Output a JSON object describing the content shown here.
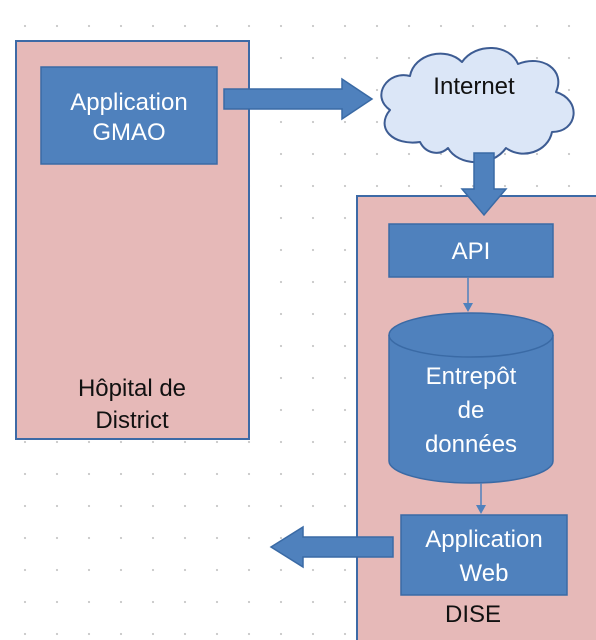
{
  "diagram": {
    "hospital": {
      "title_line1": "Hôpital de",
      "title_line2": "District",
      "app_line1": "Application",
      "app_line2": "GMAO"
    },
    "internet": {
      "label": "Internet"
    },
    "dise": {
      "title": "DISE",
      "api": "API",
      "warehouse_line1": "Entrepôt",
      "warehouse_line2": "de",
      "warehouse_line3": "données",
      "webapp_line1": "Application",
      "webapp_line2": "Web"
    }
  },
  "colors": {
    "container_fill": "#e6b9b8",
    "container_stroke": "#3d6aa6",
    "box_fill": "#4f81bd",
    "box_stroke": "#3a6aa5",
    "cloud_fill": "#dbe6f7",
    "cloud_stroke": "#3d5c93",
    "text_on_box": "#ffffff",
    "text_dark": "#111111"
  }
}
